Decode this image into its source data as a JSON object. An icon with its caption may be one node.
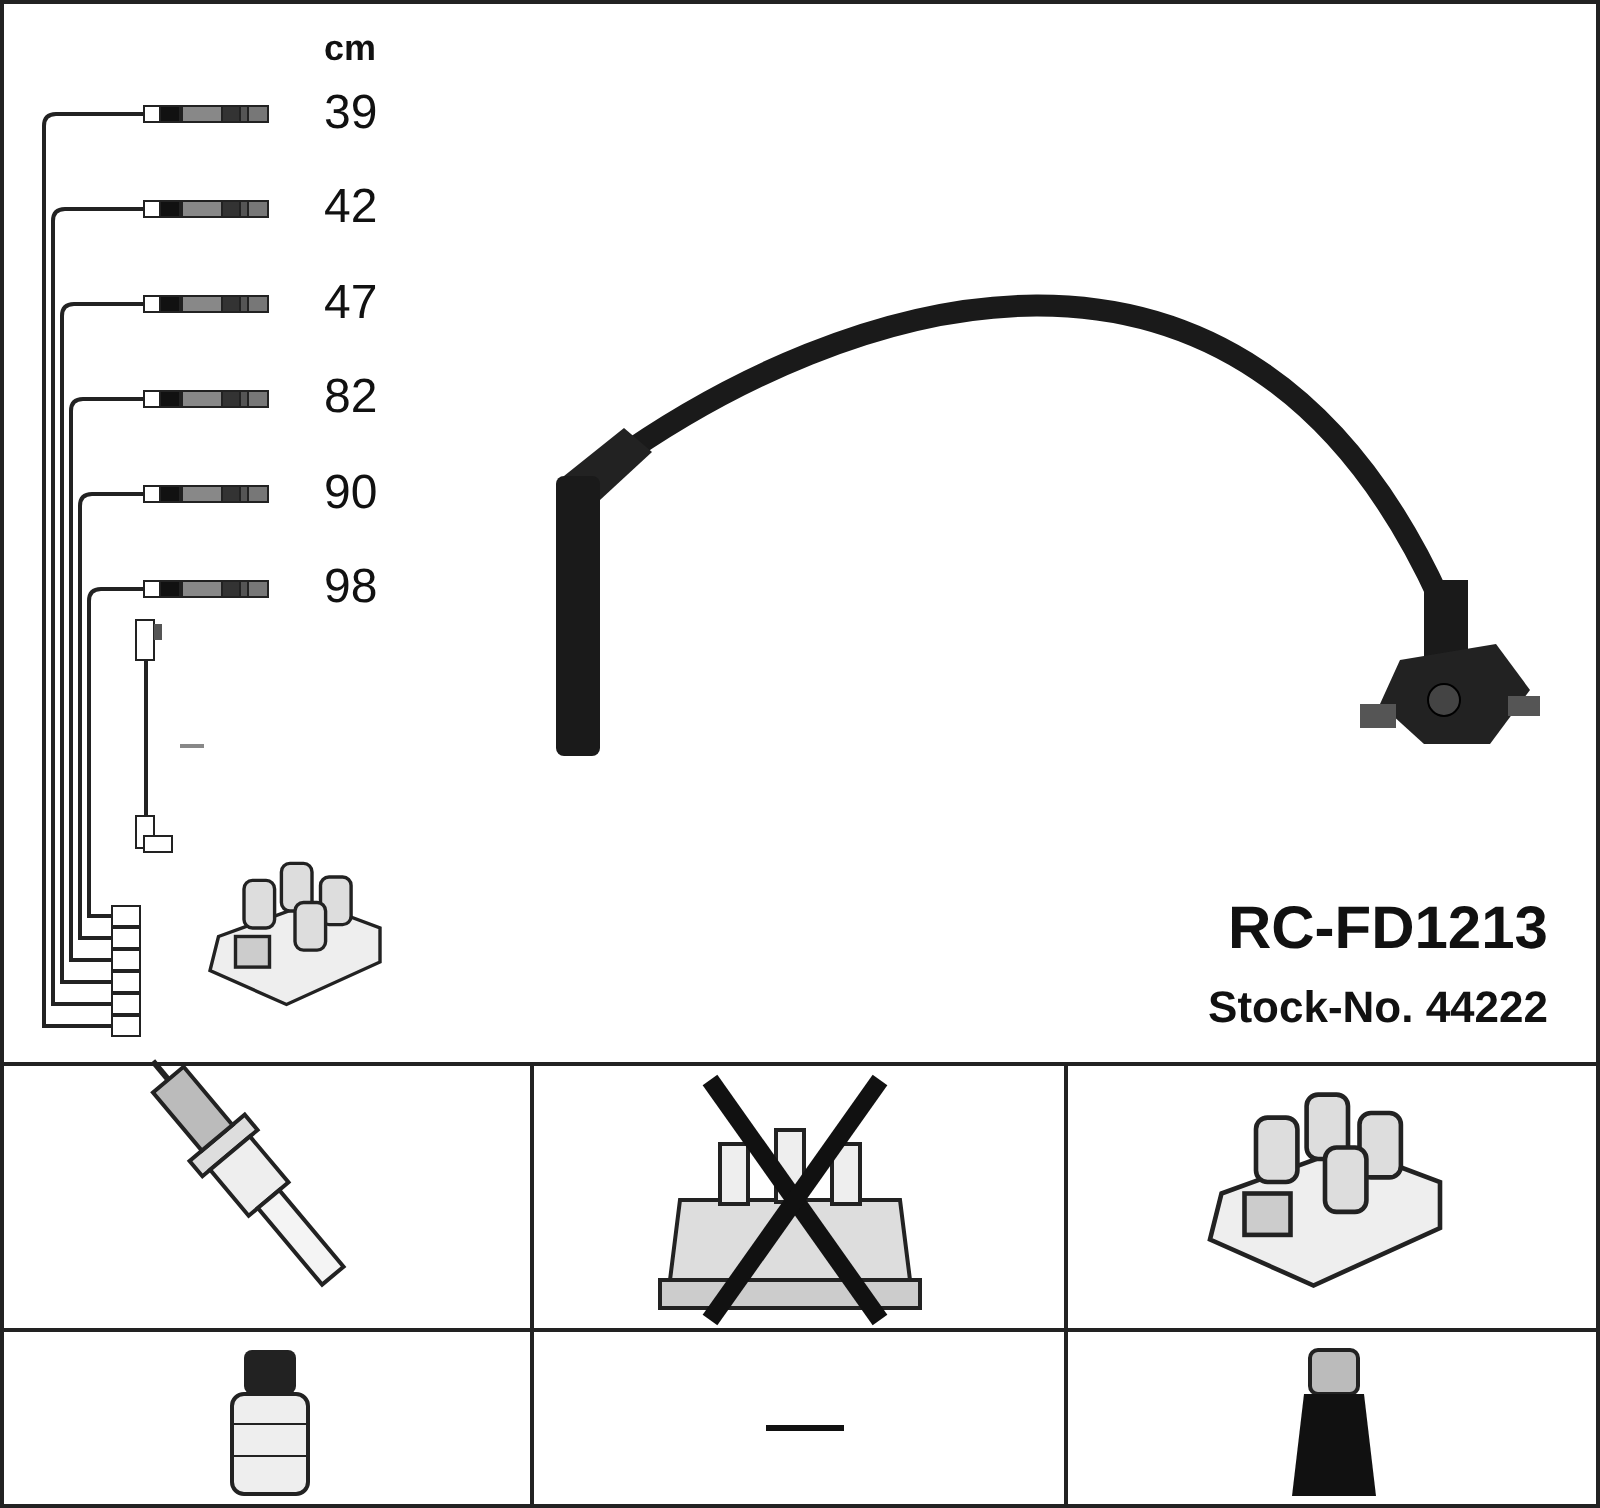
{
  "diagram": {
    "title": "RC-FD1213",
    "labels": [
      "cm",
      "39",
      "42",
      "47",
      "82",
      "90",
      "98",
      "Stock-No. 44222"
    ]
  }
}
